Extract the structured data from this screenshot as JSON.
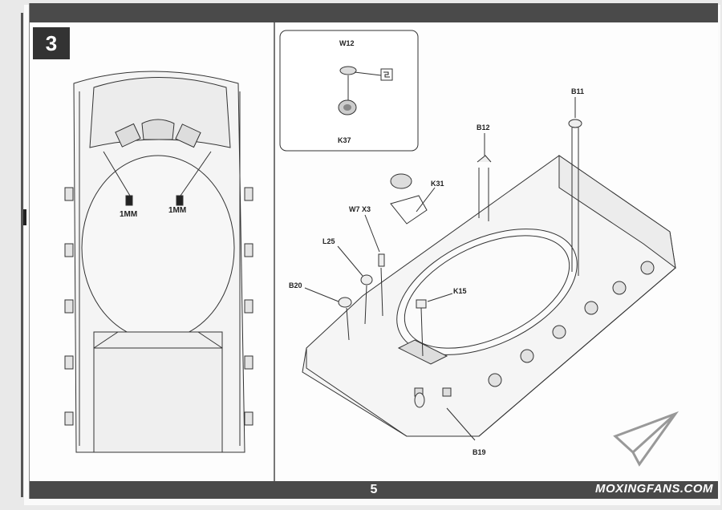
{
  "step": {
    "number": "3"
  },
  "left_view": {
    "callouts": [
      {
        "label": "1MM"
      },
      {
        "label": "1MM"
      }
    ]
  },
  "inset": {
    "parts": [
      "W12",
      "K37"
    ]
  },
  "main_view": {
    "parts": [
      "B11",
      "B12",
      "K31",
      "W7 X3",
      "L25",
      "B20",
      "K15",
      "B19"
    ]
  },
  "footer": {
    "page_number": "5",
    "watermark": "MOXINGFANS.COM"
  },
  "colors": {
    "bars": "#4a4a4a",
    "line_art": "#333333",
    "fill": "#f0f0f0"
  }
}
